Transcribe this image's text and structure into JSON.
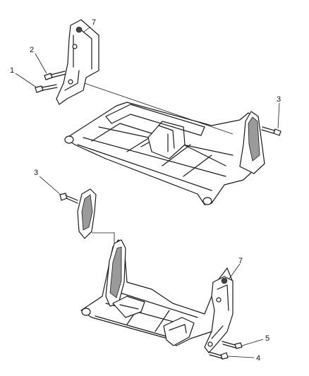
{
  "callouts": {
    "top_hinge_7": "7",
    "top_bolt_2": "2",
    "top_bolt_1": "1",
    "top_bolt_3_right": "3",
    "mid_bolt_3_left": "3",
    "bottom_hinge_7": "7",
    "bottom_bolt_5": "5",
    "bottom_bolt_4": "4"
  },
  "colors": {
    "line": "#1a1a1a",
    "shade": "#9a9a9a",
    "background": "#ffffff"
  }
}
